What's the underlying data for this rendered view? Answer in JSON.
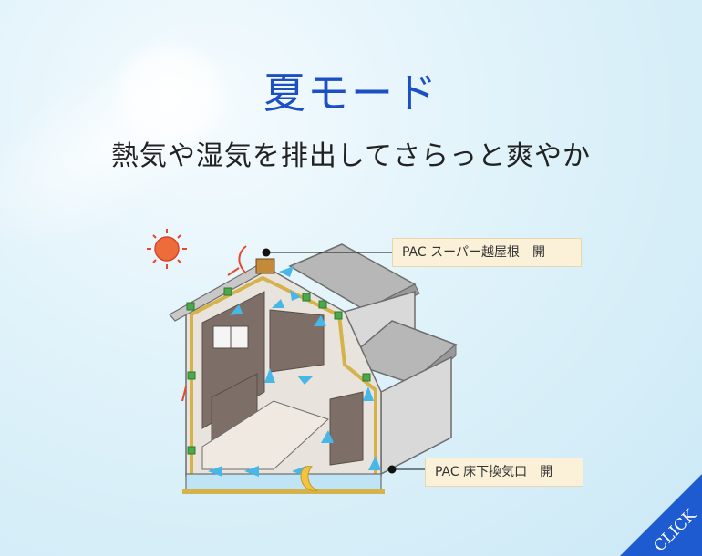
{
  "header": {
    "title": "夏モード",
    "subtitle": "熱気や湿気を排出してさらっと爽やか"
  },
  "callouts": {
    "roof": "PAC スーパー越屋根　開",
    "floor": "PAC 床下換気口　開"
  },
  "corner_button": {
    "label": "CLICK"
  },
  "colors": {
    "title": "#1c4fc4",
    "airflow": "#47b7e8",
    "sun": "#e8472a",
    "corner": "#1f5bd0"
  }
}
